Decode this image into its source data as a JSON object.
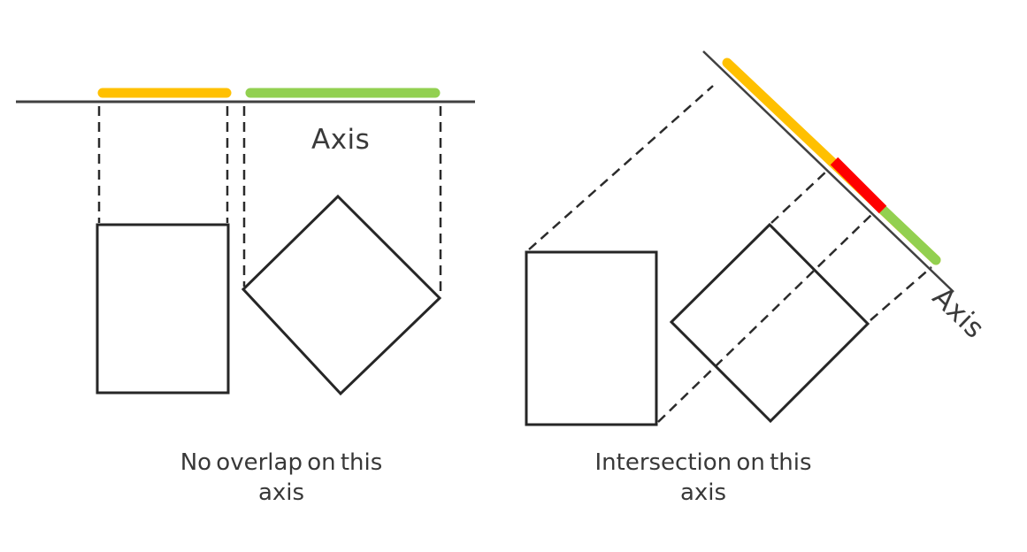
{
  "colors": {
    "orange": "#FFC000",
    "green": "#92D050",
    "red": "#FF0000",
    "axis_line": "#404040",
    "shape_stroke": "#262626"
  },
  "left_panel": {
    "axis_label": "Axis",
    "caption_line1": "No overlap on this",
    "caption_line2": "axis",
    "segments": [
      {
        "name": "rectangle-projection",
        "color": "#FFC000"
      },
      {
        "name": "square-projection",
        "color": "#92D050"
      }
    ]
  },
  "right_panel": {
    "axis_label": "Axis",
    "caption_line1": "Intersection on this",
    "caption_line2": "axis",
    "segments": [
      {
        "name": "rectangle-projection",
        "color": "#FFC000"
      },
      {
        "name": "overlap",
        "color": "#FF0000"
      },
      {
        "name": "square-projection",
        "color": "#92D050"
      }
    ]
  }
}
